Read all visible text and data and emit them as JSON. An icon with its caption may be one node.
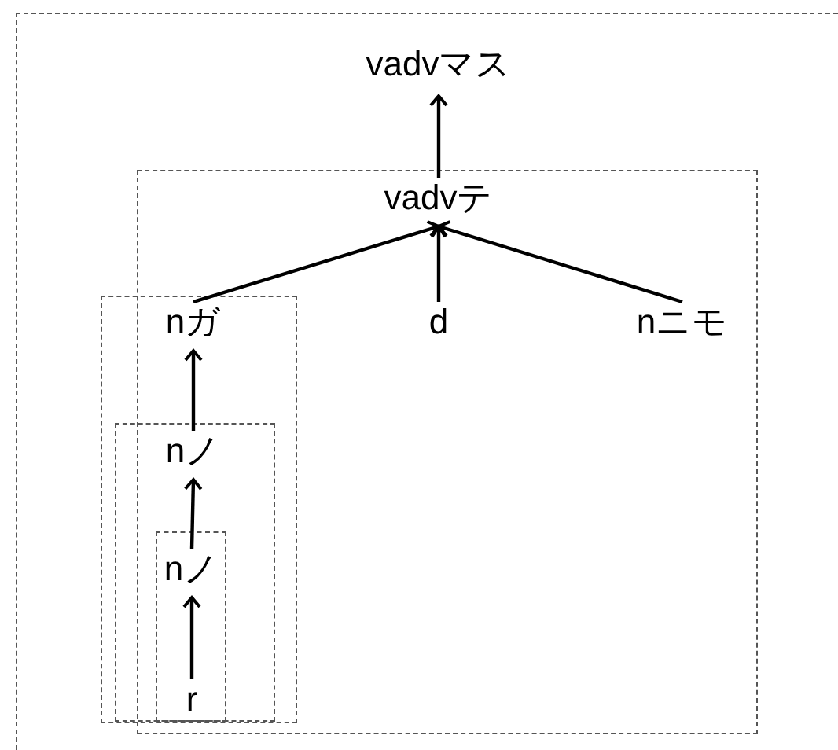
{
  "diagram": {
    "nodes": [
      {
        "text": [],
        "shape": "box"
      },
      {
        "text": [
          "vadvマス"
        ],
        "in": 0
      },
      {
        "text": [],
        "shape": "box",
        "in": 0
      },
      {
        "text": [
          "vadvテ"
        ],
        "in": 2
      },
      {
        "text": [
          "d"
        ],
        "in": 2
      },
      {
        "text": [
          "nニモ"
        ],
        "in": 2
      },
      {
        "text": [],
        "shape": "box",
        "in": 0
      },
      {
        "text": [
          "nガ"
        ],
        "in": 6
      },
      {
        "text": [],
        "shape": "box",
        "in": 6
      },
      {
        "text": [
          "nノ"
        ],
        "in": 8
      },
      {
        "text": [],
        "shape": "box",
        "in": 8
      },
      {
        "text": [
          "nノ"
        ],
        "in": 10
      },
      {
        "text": [
          "r"
        ],
        "in": 10
      }
    ],
    "edges": [
      {
        "from": 3,
        "to": 1,
        "arrow": "to"
      },
      {
        "from": 7,
        "to": 3,
        "arrow": "to"
      },
      {
        "from": 4,
        "to": 3,
        "arrow": "to"
      },
      {
        "from": 5,
        "to": 3,
        "arrow": "to"
      },
      {
        "from": 9,
        "to": 7,
        "arrow": "to"
      },
      {
        "from": 11,
        "to": 9,
        "arrow": "to"
      },
      {
        "from": 12,
        "to": 11,
        "arrow": "to"
      }
    ]
  }
}
